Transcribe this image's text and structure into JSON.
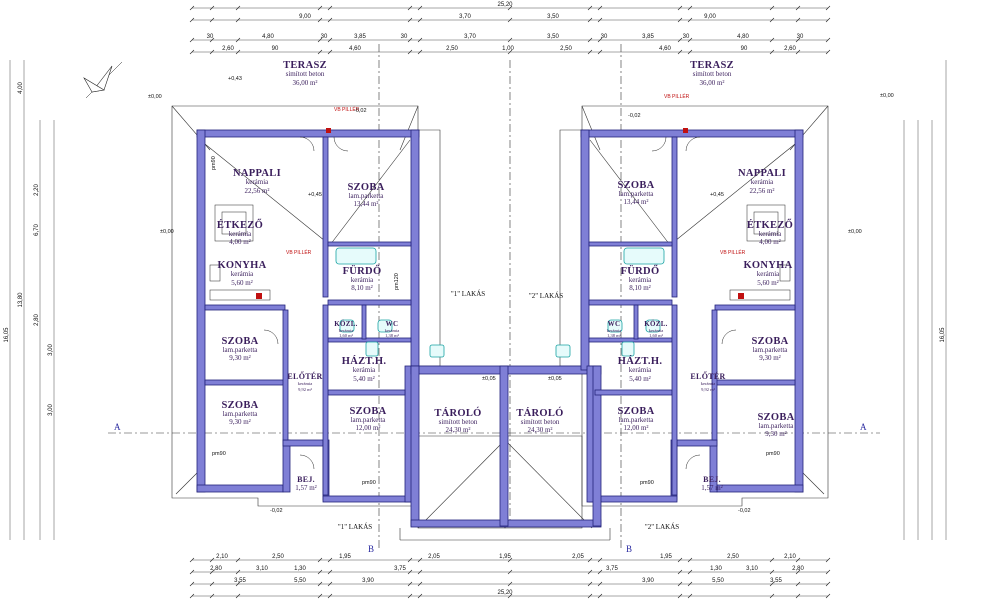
{
  "rooms": {
    "left": {
      "terrace": {
        "name": "TERASZ",
        "floor": "simított beton",
        "area": "36,00 m²"
      },
      "nappali": {
        "name": "NAPPALI",
        "floor": "kerámia",
        "area": "22,56 m²"
      },
      "szoba_top": {
        "name": "SZOBA",
        "floor": "lam.parketta",
        "area": "13,44 m²"
      },
      "etkezo": {
        "name": "ÉTKEZŐ",
        "floor": "kerámia",
        "area": "4,00 m²"
      },
      "konyha": {
        "name": "KONYHA",
        "floor": "kerámia",
        "area": "5,60 m²"
      },
      "furdo": {
        "name": "FÜRDŐ",
        "floor": "kerámia",
        "area": "8,10 m²"
      },
      "szoba_mid": {
        "name": "SZOBA",
        "floor": "lam.parketta",
        "area": "9,30 m²"
      },
      "kozl": {
        "name": "KÖZL.",
        "floor": "kerámia",
        "area": "1,60 m²"
      },
      "wc": {
        "name": "WC",
        "floor": "kerámia",
        "area": "1,38 m²"
      },
      "haztb": {
        "name": "HÁZT.H.",
        "floor": "kerámia",
        "area": "5,40 m²"
      },
      "eloter": {
        "name": "ELŐTÉR",
        "floor": "kerámia",
        "area": "9,92 m²"
      },
      "szoba_low": {
        "name": "SZOBA",
        "floor": "lam.parketta",
        "area": "9,30 m²"
      },
      "szoba_c": {
        "name": "SZOBA",
        "floor": "lam.parketta",
        "area": "12,00 m²"
      },
      "bej": {
        "name": "BEJ.",
        "area": "1,57 m²"
      },
      "tarolo": {
        "name": "TÁROLÓ",
        "floor": "simított beton",
        "area": "24,30 m²"
      }
    },
    "right": {
      "terrace": {
        "name": "TERASZ",
        "floor": "simított beton",
        "area": "36,00 m²"
      },
      "nappali": {
        "name": "NAPPALI",
        "floor": "kerámia",
        "area": "22,56 m²"
      },
      "szoba_top": {
        "name": "SZOBA",
        "floor": "lam.parketta",
        "area": "13,44 m²"
      },
      "etkezo": {
        "name": "ÉTKEZŐ",
        "floor": "kerámia",
        "area": "4,00 m²"
      },
      "konyha": {
        "name": "KONYHA",
        "floor": "kerámia",
        "area": "5,60 m²"
      },
      "furdo": {
        "name": "FÜRDŐ",
        "floor": "kerámia",
        "area": "8,10 m²"
      },
      "szoba_mid": {
        "name": "SZOBA",
        "floor": "lam.parketta",
        "area": "9,30 m²"
      },
      "kozl": {
        "name": "KÖZL.",
        "floor": "kerámia",
        "area": "1,60 m²"
      },
      "wc": {
        "name": "WC",
        "floor": "kerámia",
        "area": "1,38 m²"
      },
      "haztb": {
        "name": "HÁZT.H.",
        "floor": "kerámia",
        "area": "5,40 m²"
      },
      "eloter": {
        "name": "ELŐTÉR",
        "floor": "kerámia",
        "area": "9,92 m²"
      },
      "szoba_low": {
        "name": "SZOBA",
        "floor": "lam.parketta",
        "area": "9,30 m²"
      },
      "szoba_c": {
        "name": "SZOBA",
        "floor": "lam.parketta",
        "area": "12,00 m²"
      },
      "bej": {
        "name": "BEJ.",
        "area": "1,57 m²"
      },
      "tarolo": {
        "name": "TÁROLÓ",
        "floor": "simított beton",
        "area": "24,30 m²"
      }
    }
  },
  "labels": {
    "lakas1": "\"1\" LAKÁS",
    "lakas2": "\"2\" LAKÁS",
    "section_a": "A",
    "section_b": "B",
    "vb_piller": "VB PILLÉR",
    "pm90": "pm90",
    "pm120": "pm120"
  },
  "dimensions": {
    "top_total": "25,20",
    "top_row1": [
      "9,00",
      "3,70",
      "3,50",
      "9,00"
    ],
    "top_row2": [
      "30",
      "4,80",
      "30",
      "3,85",
      "30",
      "3,70",
      "3,50",
      "30",
      "3,85",
      "30",
      "4,80",
      "30"
    ],
    "top_row3": [
      "2,60",
      "90",
      "4,60",
      "2,50",
      "1,00",
      "2,50",
      "4,60",
      "90",
      "2,60"
    ],
    "bottom_row1": [
      "2,10",
      "2,50",
      "1,95",
      "2,05",
      "1,95",
      "2,05",
      "1,95",
      "2,50",
      "2,10"
    ],
    "bottom_row2": [
      "2,80",
      "3,10",
      "1,30",
      "3,75",
      "3,75",
      "1,30",
      "3,10",
      "2,80"
    ],
    "bottom_row3": [
      "3,55",
      "5,50",
      "3,90",
      "3,90",
      "5,50",
      "3,55"
    ],
    "bottom_total": "25,20",
    "left_total": "16,05",
    "left_parts": [
      "13,80",
      "4,00",
      "2,20",
      "6,70",
      "3,00",
      "3,00",
      "2,80"
    ],
    "right_total": "16,05",
    "levels": [
      "±0,00",
      "+0,45",
      "-0,02",
      "+0,43",
      "±0,05"
    ]
  }
}
